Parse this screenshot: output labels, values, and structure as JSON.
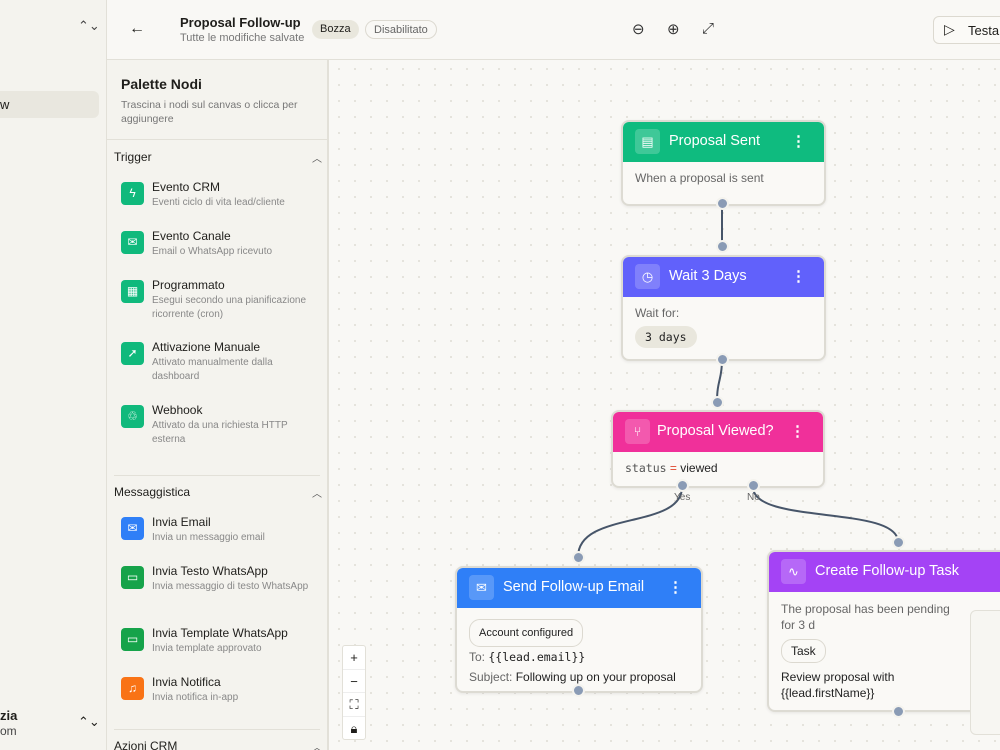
{
  "sidebar": {
    "active_item": "w",
    "user_name": "zia",
    "user_email": "om"
  },
  "header": {
    "title": "Proposal Follow-up",
    "subtitle": "Tutte le modifiche salvate",
    "badge_status": "Bozza",
    "badge_state": "Disabilitato",
    "test_label": "Testa"
  },
  "palette": {
    "title": "Palette Nodi",
    "description": "Trascina i nodi sul canvas o clicca per aggiungere",
    "sections": [
      {
        "label": "Trigger",
        "items": [
          {
            "name": "Evento CRM",
            "desc": "Eventi ciclo di vita lead/cliente",
            "icon": "bolt-icon",
            "color": "#10b97c"
          },
          {
            "name": "Evento Canale",
            "desc": "Email o WhatsApp ricevuto",
            "icon": "mail-icon",
            "color": "#10b97c"
          },
          {
            "name": "Programmato",
            "desc": "Esegui secondo una pianificazione ricorrente (cron)",
            "icon": "calendar-icon",
            "color": "#10b97c"
          },
          {
            "name": "Attivazione Manuale",
            "desc": "Attivato manualmente dalla dashboard",
            "icon": "cursor-icon",
            "color": "#10b97c"
          },
          {
            "name": "Webhook",
            "desc": "Attivato da una richiesta HTTP esterna",
            "icon": "webhook-icon",
            "color": "#10b97c"
          }
        ]
      },
      {
        "label": "Messaggistica",
        "items": [
          {
            "name": "Invia Email",
            "desc": "Invia un messaggio email",
            "icon": "mail-icon",
            "color": "#2f7ff7"
          },
          {
            "name": "Invia Testo WhatsApp",
            "desc": "Invia messaggio di testo WhatsApp",
            "icon": "chat-icon",
            "color": "#16a34a"
          },
          {
            "name": "Invia Template WhatsApp",
            "desc": "Invia template approvato",
            "icon": "chat-icon",
            "color": "#16a34a"
          },
          {
            "name": "Invia Notifica",
            "desc": "Invia notifica in-app",
            "icon": "bell-icon",
            "color": "#f97316"
          }
        ]
      },
      {
        "label": "Azioni CRM",
        "items": []
      }
    ]
  },
  "nodes": {
    "sent": {
      "title": "Proposal Sent",
      "body": "When a proposal is sent",
      "color": "#0fbb7f"
    },
    "wait": {
      "title": "Wait 3 Days",
      "label": "Wait for:",
      "value": "3 days",
      "color": "#6161fb"
    },
    "viewed": {
      "title": "Proposal Viewed?",
      "field": "status",
      "op": "=",
      "value": "viewed",
      "yes": "Yes",
      "no": "No",
      "color": "#f0309a"
    },
    "email": {
      "title": "Send Follow-up Email",
      "badge": "Account configured",
      "to_label": "To:",
      "to": "{{lead.email}}",
      "subject_label": "Subject:",
      "subject": "Following up on your proposal",
      "color": "#2f7ff7"
    },
    "task": {
      "title": "Create Follow-up Task",
      "body": "The proposal has been pending for 3 d",
      "badge": "Task",
      "text": "Review proposal with {{lead.firstName}}",
      "color": "#a443f5"
    }
  },
  "zoom_controls": {
    "plus": "+",
    "minus": "−"
  }
}
